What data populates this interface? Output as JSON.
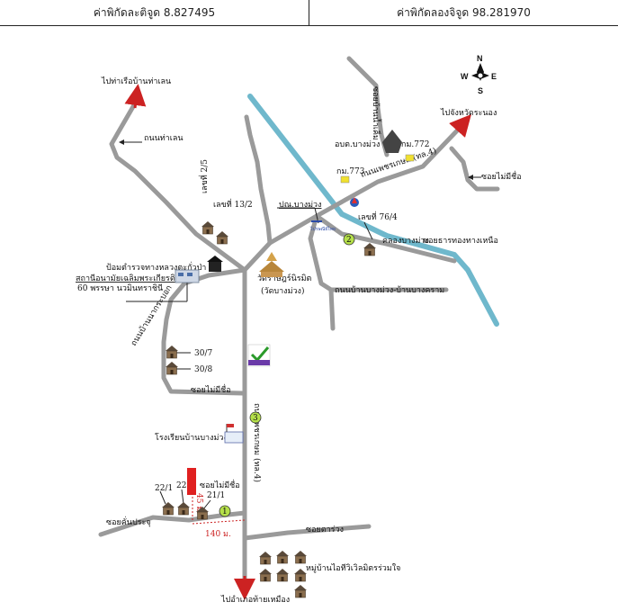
{
  "header": {
    "latitude": "ค่าพิกัดละติจูด 8.827495",
    "longitude": "ค่าพิกัดลองจิจูด 98.281970"
  },
  "compass": {
    "n": "N",
    "s": "S",
    "e": "E",
    "w": "W"
  },
  "labels": {
    "to_thalen_pier": "ไปท่าเรือบ้านท่าเลน",
    "thalen_road": "ถนนท่าเลน",
    "no_25": "เลขที่ 2/5",
    "no_132": "เลขที่ 13/2",
    "police_box": "ป้อมตำรวจทางหลวงตะกั่วป่า",
    "health_station": "สถานีอนามัยเฉลิมพระเกียรติ",
    "health_station_2": "60 พรรษา นวมินทราชินี",
    "ban_nakrabuak": "ถนนบ้านนากระบอก",
    "no_307": "30/7",
    "no_308": "30/8",
    "soi_no_name_1": "ซอยไม่มีชื่อ",
    "temple": "วัดราษฎร์นิรมิต",
    "temple_2": "(วัดบางม่วง)",
    "bangmuang_road": "ถนนบ้านบางม่วง-บ้านบางคราม",
    "post_office": "ปณ.บางม่วง",
    "no_764": "เลขที่ 76/4",
    "canal": "คลองบางม่วง",
    "soi_khao_thong": "ซอยธารทองทางเหนือ",
    "petkasem_road": "ถนนเพชรเกษม (ทล.4)",
    "obt": "อบต.บางม่วง",
    "km772": "กม.772",
    "km773": "กม.773",
    "soi_ban_namkem": "ซอยบ้านน้ำเค็ม",
    "to_ranong": "ไปจังหวัดระนอง",
    "soi_no_name_ne": "ซอยไม่มีชื่อ",
    "school": "โรงเรียนบ้านบางม่วง",
    "petkasem_lower": "ถนนเพชรเกษม (ทล.4)",
    "no_221": "22/1",
    "no_22": "22",
    "no_211": "21/1",
    "soi_no_name_2": "ซอยไม่มีชื่อ",
    "dist_45": "45 ม.",
    "dist_140": "140 ม.",
    "soi_kanprachu": "ซอยคั่นประจุ",
    "soi_tarawang": "ซอยตาร่วง",
    "village": "หมู่บ้านไอทีวิเวิลมิตรร่วมใจ",
    "to_takuapa": "ไปอำเภอท้ายเหมือง",
    "marker_1": "1",
    "marker_2": "2",
    "marker_3": "3"
  },
  "colors": {
    "road": "#9a9a9a",
    "river": "#6fb8cc",
    "arrow": "#cc2222",
    "marker_fill": "#b5e04a",
    "house_roof": "#5a4a3a",
    "house_wall": "#8a6e4e"
  }
}
